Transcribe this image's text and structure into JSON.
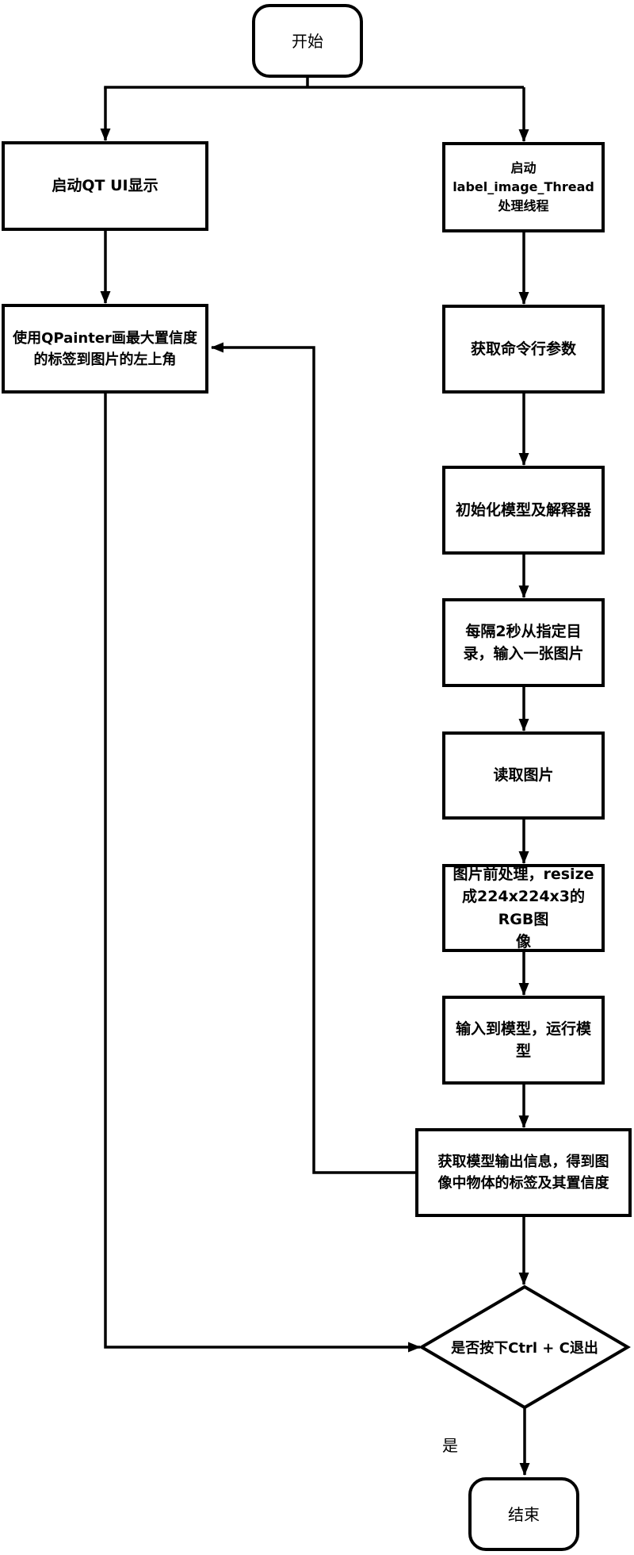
{
  "diagram": {
    "type": "flowchart",
    "background_color": "#ffffff",
    "line_color": "#000000",
    "text_color": "#000000",
    "nodes": {
      "start": "开始",
      "launch_qt_ui": "启动QT UI显示",
      "qpainter_draw": "使用QPainter画最大置信度\n的标签到图片的左上角",
      "launch_thread": "启动\nlabel_image_Thread\n处理线程",
      "get_cli_args": "获取命令行参数",
      "init_model": "初始化模型及解释器",
      "input_image_every_2s": "每隔2秒从指定目\n录，输入一张图片",
      "read_image": "读取图片",
      "preprocess_resize": "图片前处理，resize\n成224x224x3的RGB图\n像",
      "run_model": "输入到模型，运行模\n型",
      "get_model_output": "获取模型输出信息，得到图\n像中物体的标签及其置信度",
      "decision_exit": "是否按下Ctrl + C退出",
      "end": "结束"
    },
    "edge_labels": {
      "yes": "是"
    }
  }
}
